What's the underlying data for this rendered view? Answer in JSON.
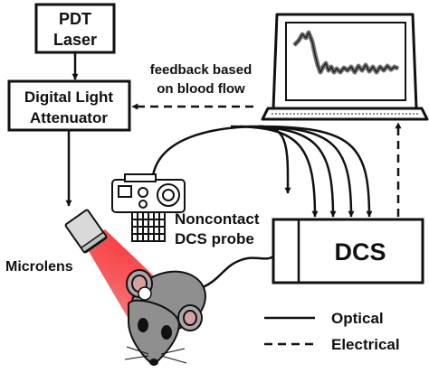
{
  "boxes": {
    "pdt_laser": [
      "PDT",
      "Laser"
    ],
    "attenuator": [
      "Digital Light",
      "Attenuator"
    ],
    "dcs": "DCS"
  },
  "labels": {
    "feedback": [
      "feedback based",
      "on blood flow"
    ],
    "probe": [
      "Noncontact",
      "DCS probe"
    ],
    "microlens": "Microlens"
  },
  "legend": {
    "optical": "Optical",
    "electrical": "Electrical"
  },
  "colors": {
    "line": "#111111",
    "laser_beam": "#e8141b",
    "screen_trace": "#6b6b6b"
  }
}
